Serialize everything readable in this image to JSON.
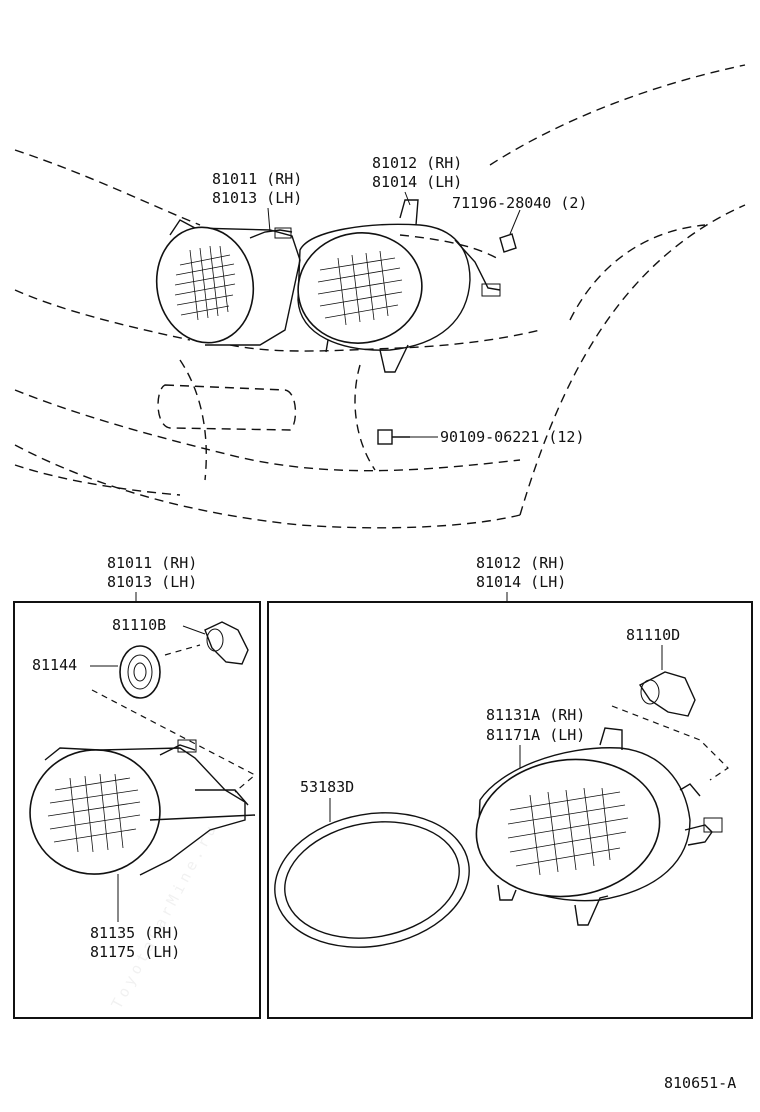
{
  "watermark": "ToyotaCarMine.ru",
  "overview": {
    "small_headlamp": {
      "line1": "81011 (RH)",
      "line2": "81013 (LH)"
    },
    "large_headlamp": {
      "line1": "81012 (RH)",
      "line2": "81014 (LH)"
    },
    "clip": "71196-28040 (2)",
    "bolt": "90109-06221 (12)"
  },
  "left_panel": {
    "header1": "81011 (RH)",
    "header2": "81013 (LH)",
    "bulb": "81110B",
    "socket": "81144",
    "unit1": "81135 (RH)",
    "unit2": "81175 (LH)"
  },
  "right_panel": {
    "header1": "81012 (RH)",
    "header2": "81014 (LH)",
    "bulb": "81110D",
    "gasket": "53183D",
    "unit1": "81131A (RH)",
    "unit2": "81171A (LH)"
  },
  "diagram_code": "810651-A"
}
